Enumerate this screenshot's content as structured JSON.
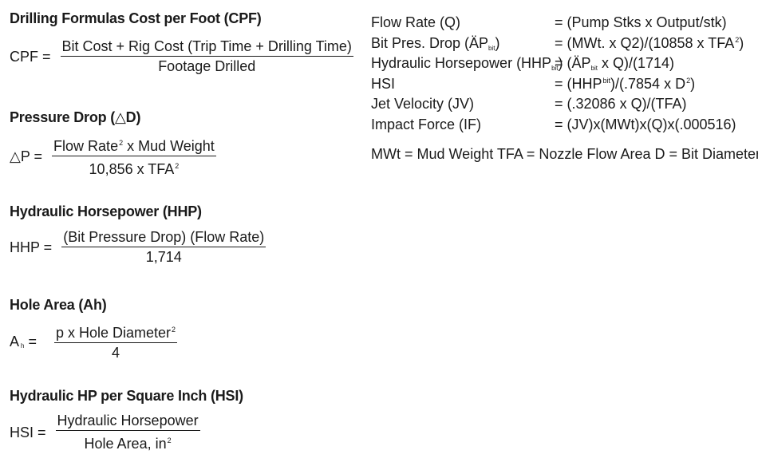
{
  "left": {
    "cpf": {
      "heading": "Drilling Formulas Cost per Foot (CPF)",
      "lhs": "CPF =",
      "numerator": "Bit Cost + Rig Cost (Trip Time + Drilling Time)",
      "denominator": "Footage Drilled"
    },
    "pressure_drop": {
      "heading": "Pressure Drop (△D)",
      "lhs": "△P =",
      "num_a": "Flow Rate",
      "num_sup": "2",
      "num_b": " x Mud Weight",
      "den_a": "10,856 x TFA",
      "den_sup": "2"
    },
    "hhp": {
      "heading": "Hydraulic Horsepower (HHP)",
      "lhs": "HHP =",
      "numerator": "(Bit Pressure Drop) (Flow Rate)",
      "denominator": "1,714"
    },
    "hole_area": {
      "heading": "Hole Area (Ah)",
      "lhs_a": "A",
      "lhs_sub": "h",
      "lhs_b": " =",
      "num_a": "p x Hole Diameter",
      "num_sup": "2",
      "denominator": "4"
    },
    "hsi": {
      "heading": "Hydraulic HP per Square Inch (HSI)",
      "lhs": "HSI =",
      "numerator": "Hydraulic Horsepower",
      "den_a": "Hole Area, in",
      "den_sup": "2"
    }
  },
  "right": {
    "rows": [
      {
        "name_a": "Flow Rate (Q)",
        "formula_a": "= (Pump Stks x Output/stk)"
      },
      {
        "name_a": "Bit Pres. Drop (ÄP",
        "name_sub": "bit",
        "name_b": ")",
        "formula_a": "= (MWt. x Q2)/(10858 x TFA",
        "formula_sup": "2",
        "formula_b": ")"
      },
      {
        "name_a": "Hydraulic Horsepower (HHP",
        "name_sub": "bit",
        "name_b": ")",
        "formula_a": "= (ÄP",
        "formula_sub": "bit",
        "formula_b": " x Q)/(1714)"
      },
      {
        "name_a": "HSI",
        "formula_a": "= (HHP",
        "formula_sup": "bit",
        "formula_b": ")/(.7854 x D",
        "formula_sup2": "2",
        "formula_c": ")"
      },
      {
        "name_a": "Jet Velocity (JV)",
        "formula_a": "= (.32086 x Q)/(TFA)"
      },
      {
        "name_a": "Impact Force (IF)",
        "formula_a": "= (JV)x(MWt)x(Q)x(.000516)"
      }
    ],
    "legend": "MWt = Mud Weight TFA = Nozzle Flow Area D = Bit Diameter"
  }
}
